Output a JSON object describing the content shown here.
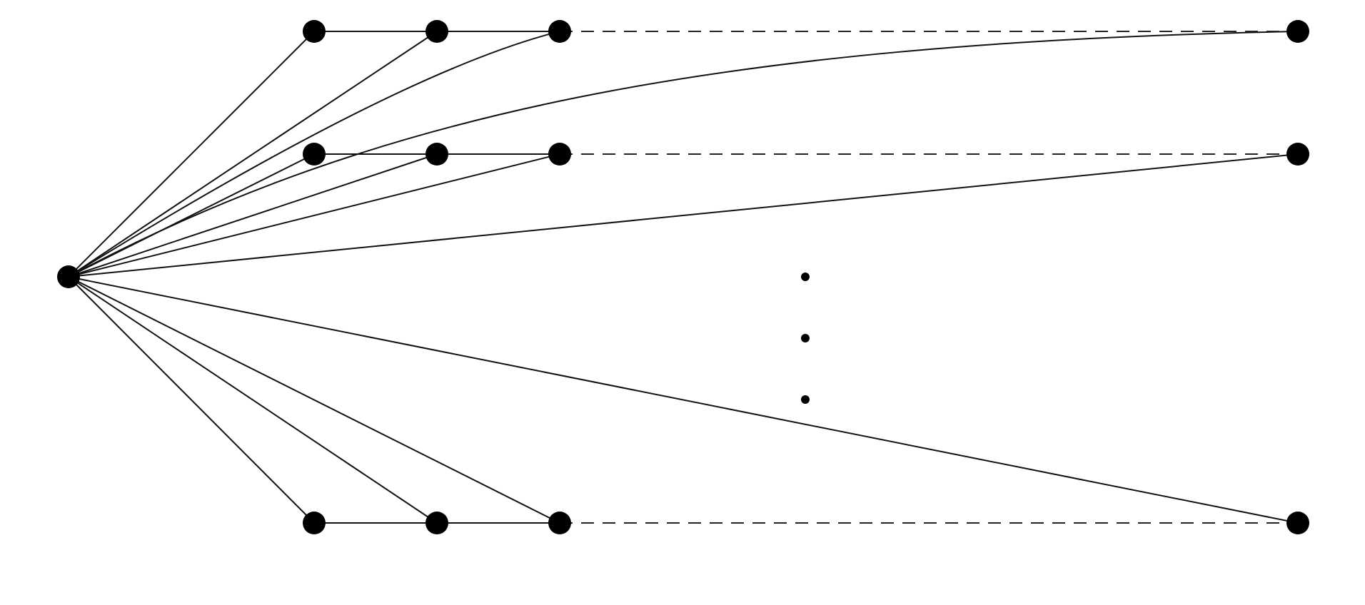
{
  "diagram": {
    "type": "graph",
    "colors": {
      "node": "#000000",
      "edge": "#111111",
      "background": "#ffffff"
    },
    "nodes": [
      {
        "id": "hub"
      },
      {
        "id": "r1c1"
      },
      {
        "id": "r1c2"
      },
      {
        "id": "r1c3"
      },
      {
        "id": "r1end"
      },
      {
        "id": "r2c1"
      },
      {
        "id": "r2c2"
      },
      {
        "id": "r2c3"
      },
      {
        "id": "r2end"
      },
      {
        "id": "r3c1"
      },
      {
        "id": "r3c2"
      },
      {
        "id": "r3c3"
      },
      {
        "id": "r3end"
      }
    ],
    "edges": [
      {
        "from": "hub",
        "to": "r1c1",
        "style": "solid"
      },
      {
        "from": "hub",
        "to": "r1c2",
        "style": "solid"
      },
      {
        "from": "hub",
        "to": "r1c3",
        "style": "solid",
        "curved": true
      },
      {
        "from": "hub",
        "to": "r1end",
        "style": "solid",
        "curved": true
      },
      {
        "from": "hub",
        "to": "r2c1",
        "style": "solid"
      },
      {
        "from": "hub",
        "to": "r2c2",
        "style": "solid"
      },
      {
        "from": "hub",
        "to": "r2c3",
        "style": "solid"
      },
      {
        "from": "hub",
        "to": "r2end",
        "style": "solid"
      },
      {
        "from": "hub",
        "to": "r3c1",
        "style": "solid"
      },
      {
        "from": "hub",
        "to": "r3c2",
        "style": "solid"
      },
      {
        "from": "hub",
        "to": "r3c3",
        "style": "solid"
      },
      {
        "from": "hub",
        "to": "r3end",
        "style": "solid"
      },
      {
        "from": "r1c1",
        "to": "r1c2",
        "style": "solid"
      },
      {
        "from": "r1c2",
        "to": "r1c3",
        "style": "solid"
      },
      {
        "from": "r1c3",
        "to": "r1end",
        "style": "dashed"
      },
      {
        "from": "r2c1",
        "to": "r2c2",
        "style": "solid"
      },
      {
        "from": "r2c2",
        "to": "r2c3",
        "style": "solid"
      },
      {
        "from": "r2c3",
        "to": "r2end",
        "style": "dashed"
      },
      {
        "from": "r3c1",
        "to": "r3c2",
        "style": "solid"
      },
      {
        "from": "r3c2",
        "to": "r3c3",
        "style": "solid"
      },
      {
        "from": "r3c3",
        "to": "r3end",
        "style": "dashed"
      }
    ],
    "ellipsis": {
      "direction": "vertical",
      "dot_count": 3
    }
  }
}
